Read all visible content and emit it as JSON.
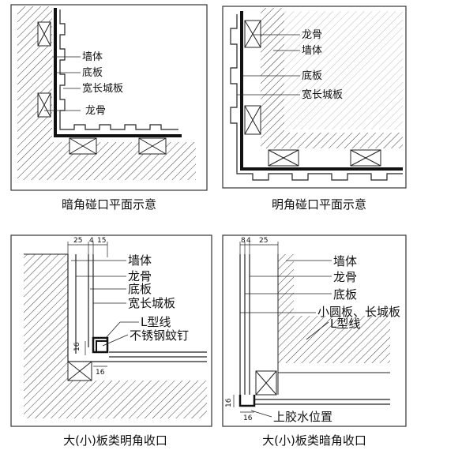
{
  "panels": [
    {
      "caption": "暗角碰口平面示意",
      "labels": [
        "墙体",
        "底板",
        "宽长城板",
        "龙骨"
      ]
    },
    {
      "caption": "明角碰口平面示意",
      "labels": [
        "龙骨",
        "墙体",
        "底板",
        "宽长城板"
      ]
    },
    {
      "caption": "大(小)板类明角收口",
      "labels": [
        "墙体",
        "龙骨",
        "底板",
        "宽长城板",
        "L型线",
        "不锈钢蚊钉"
      ],
      "dims": [
        "25",
        "4",
        "15",
        "16",
        "16"
      ]
    },
    {
      "caption": "大(小)板类暗角收口",
      "labels": [
        "墙体",
        "龙骨",
        "底板",
        "小圆板、长城板",
        "L型线",
        "上胶水位置"
      ],
      "dims": [
        "8",
        "4",
        "25",
        "16",
        "16"
      ]
    }
  ]
}
